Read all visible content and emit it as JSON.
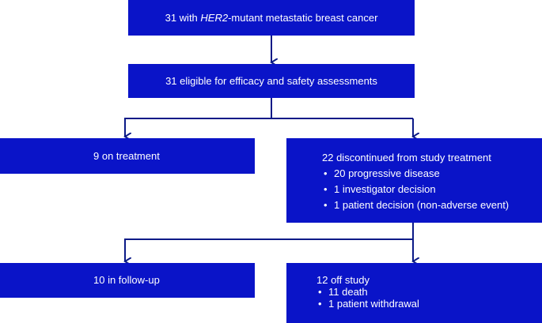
{
  "colors": {
    "box": "#0a14c8",
    "line": "#0b1a87"
  },
  "top": {
    "count": "31 with ",
    "gene": "HER2",
    "rest": "-mutant metastatic breast cancer"
  },
  "eligible": {
    "label": "31 eligible for efficacy and safety assessments"
  },
  "on_treatment": {
    "label": "9 on treatment"
  },
  "discontinued": {
    "title": "22 discontinued from study treatment",
    "items": [
      "20 progressive disease",
      "1 investigator decision",
      "1 patient decision (non-adverse event)"
    ]
  },
  "follow_up": {
    "label": "10 in follow-up"
  },
  "off_study": {
    "title": "12 off study",
    "items": [
      "11 death",
      "1 patient withdrawal"
    ]
  }
}
